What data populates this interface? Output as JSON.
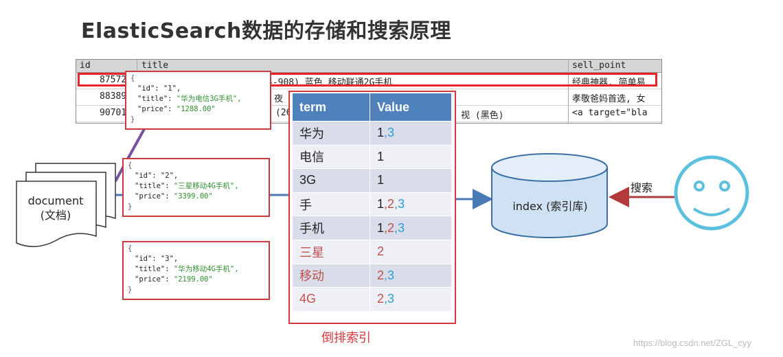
{
  "title": "ElasticSearch数据的存储和搜索原理",
  "db_table": {
    "headers": {
      "id": "id",
      "title": "title",
      "sell_point": "sell_point"
    },
    "rows": [
      {
        "id": "87572",
        "title": "4-908) 蓝色 移动联通2G手机",
        "sell_point": "经典神器, 简单易"
      },
      {
        "id": "88389",
        "title": "夜",
        "sell_point": "孝敬爸妈首选, 女"
      },
      {
        "id": "90701",
        "title": "(26",
        "title_tail": "视 (黑色)",
        "sell_point": "<a  target=\"bla"
      }
    ]
  },
  "documents": [
    {
      "brace_open": "{",
      "id_line": "\"id\": \"1\",",
      "title_key": "\"title\": ",
      "title_val": "\"华为电信3G手机\",",
      "price_key": "\"price\": ",
      "price_val": "\"1288.00\"",
      "brace_close": "}"
    },
    {
      "brace_open": "{",
      "id_line": "\"id\": \"2\",",
      "title_key": "\"title\": ",
      "title_val": "\"三星移动4G手机\",",
      "price_key": "\"price\": ",
      "price_val": "\"3399.00\"",
      "brace_close": "}"
    },
    {
      "brace_open": "{",
      "id_line": "\"id\": \"3\",",
      "title_key": "\"title\": ",
      "title_val": "\"华为移动4G手机\",",
      "price_key": "\"price\": ",
      "price_val": "\"2199.00\"",
      "brace_close": "}"
    }
  ],
  "document_label": {
    "line1": "document",
    "line2": "(文档)"
  },
  "inverted_index": {
    "headers": {
      "term": "term",
      "value": "Value"
    },
    "rows": [
      {
        "term": "华为",
        "term_color": "#222222",
        "values": [
          "1",
          "3"
        ]
      },
      {
        "term": "电信",
        "term_color": "#222222",
        "values": [
          "1"
        ]
      },
      {
        "term": "3G",
        "term_color": "#222222",
        "values": [
          "1"
        ]
      },
      {
        "term": "手",
        "term_color": "#222222",
        "values": [
          "1",
          "2",
          "3"
        ]
      },
      {
        "term": "手机",
        "term_color": "#222222",
        "values": [
          "1",
          "2",
          "3"
        ]
      },
      {
        "term": "三星",
        "term_color": "#c0504d",
        "values": [
          "2"
        ]
      },
      {
        "term": "移动",
        "term_color": "#c0504d",
        "values": [
          "2",
          "3"
        ]
      },
      {
        "term": "4G",
        "term_color": "#c0504d",
        "values": [
          "2",
          "3"
        ]
      }
    ],
    "value_colors": {
      "1": "#222222",
      "2": "#c0504d",
      "3": "#2b9ed8"
    },
    "caption": "倒排索引"
  },
  "index_label": "index (索引库)",
  "search_label": "搜索",
  "watermark": "https://blog.csdn.net/ZGL_cyy",
  "colors": {
    "accent_red": "#d7373b",
    "header_blue": "#4f81bd",
    "db_fill": "#cfe2f3",
    "db_stroke": "#3a6ea5",
    "face": "#5bc0de",
    "arrow_red": "#b23a3a",
    "arrow_blue": "#4a7ab5"
  }
}
